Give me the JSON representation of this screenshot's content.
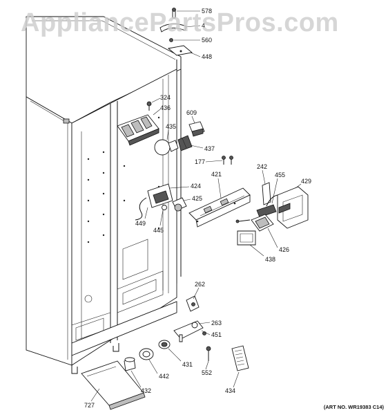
{
  "watermark": "AppliancePartsPros.com",
  "art_number": "(ART NO. WR19383 C14)",
  "parts": [
    {
      "id": "578"
    },
    {
      "id": "4"
    },
    {
      "id": "560"
    },
    {
      "id": "448"
    },
    {
      "id": "324"
    },
    {
      "id": "436"
    },
    {
      "id": "609"
    },
    {
      "id": "435"
    },
    {
      "id": "437"
    },
    {
      "id": "177"
    },
    {
      "id": "421"
    },
    {
      "id": "242"
    },
    {
      "id": "455"
    },
    {
      "id": "429"
    },
    {
      "id": "424"
    },
    {
      "id": "425"
    },
    {
      "id": "449"
    },
    {
      "id": "445"
    },
    {
      "id": "426"
    },
    {
      "id": "438"
    },
    {
      "id": "262"
    },
    {
      "id": "263"
    },
    {
      "id": "451"
    },
    {
      "id": "431"
    },
    {
      "id": "442"
    },
    {
      "id": "552"
    },
    {
      "id": "432"
    },
    {
      "id": "434"
    },
    {
      "id": "727"
    }
  ]
}
